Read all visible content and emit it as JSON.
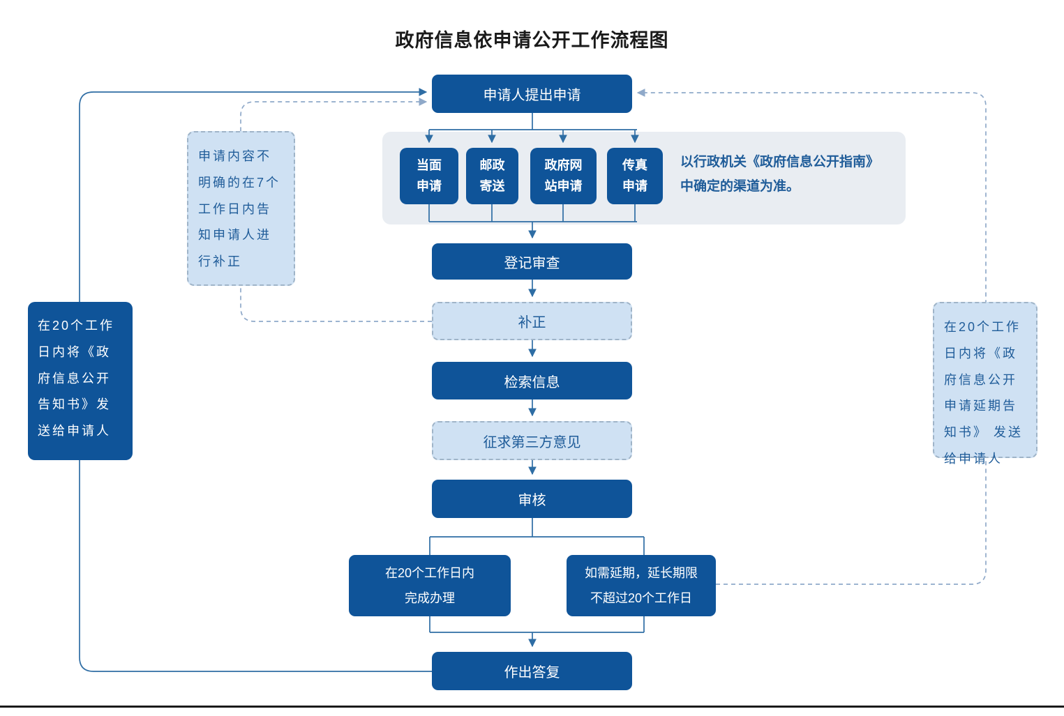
{
  "title": "政府信息依申请公开工作流程图",
  "colors": {
    "primary_box": "#0f5499",
    "light_box_fill": "#cfe1f3",
    "light_box_border": "#9fb4c8",
    "panel_background": "#e9edf2",
    "solid_line": "#2e6da4",
    "dashed_line": "#8fa9c9",
    "light_text": "#1f5c99",
    "box_text": "#ffffff",
    "title_text": "#1a1a1a"
  },
  "nodes": {
    "applicant": "申请人提出申请",
    "channels": [
      "当面\n申请",
      "邮政\n寄送",
      "政府网\n站申请",
      "传真\n申请"
    ],
    "channels_note": "以行政机关《政府信息公开指南》\n中确定的渠道为准。",
    "register": "登记审查",
    "supplement": "补正",
    "retrieve": "检索信息",
    "third_party": "征求第三方意见",
    "review": "审核",
    "complete": "在20个工作日内\n完成办理",
    "extend": "如需延期，延长期限\n不超过20个工作日",
    "reply": "作出答复",
    "notice_left": "在20个工作\n日内将《政\n府信息公开\n告知书》发\n送给申请人",
    "supplement_note": "申请内容不\n明确的在7个\n工作日内告\n知申请人进\n行补正",
    "notice_right": "在20个工作\n日内将《政\n府信息公开\n申请延期告\n知书》 发送\n给申请人"
  }
}
